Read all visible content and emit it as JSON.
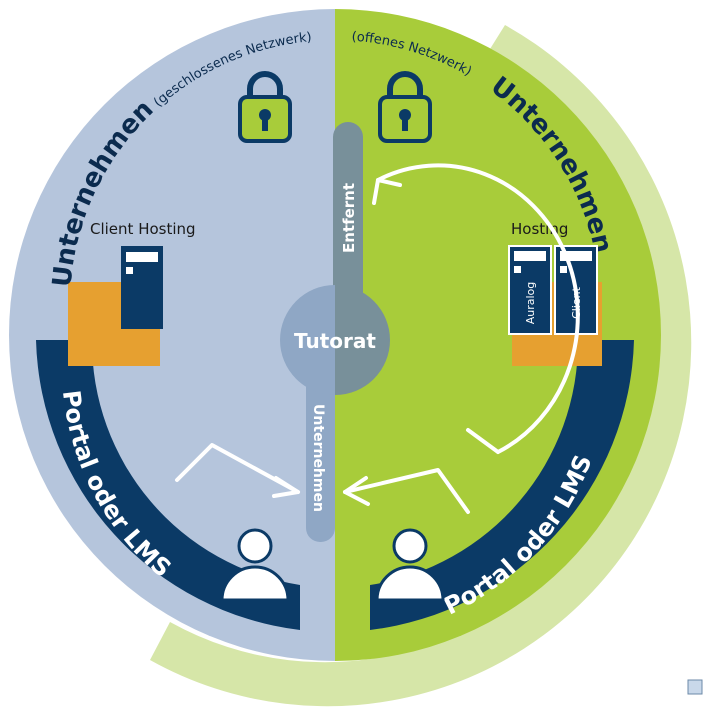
{
  "diagram": {
    "left_half": {
      "heading": "Unternehmen",
      "heading_note": "(geschlossenes Netzwerk)",
      "hosting_label": "Client Hosting",
      "band_label": "Portal oder LMS"
    },
    "right_half": {
      "heading": "Unternehmen",
      "heading_note": "(offenes Netzwerk)",
      "hosting_label": "Hosting",
      "server_labels": [
        "Auralog",
        "Client"
      ],
      "band_label": "Portal oder LMS"
    },
    "center": {
      "label": "Tutorat",
      "upper_bar_label": "Entfernt",
      "lower_bar_label": "Unternehmen"
    }
  },
  "icons": [
    "lock-icon",
    "server-icon",
    "user-icon",
    "arrow-icon"
  ],
  "colors": {
    "left_bg": "#b5c5dc",
    "right_bg": "#a8cc3a",
    "outer_ring": "#d6e6a8",
    "navy": "#0b3a66",
    "orange": "#e6a030",
    "hub": "#8fa7c5",
    "bar": "#78909a",
    "lock_fill": "#a8cc3a"
  }
}
